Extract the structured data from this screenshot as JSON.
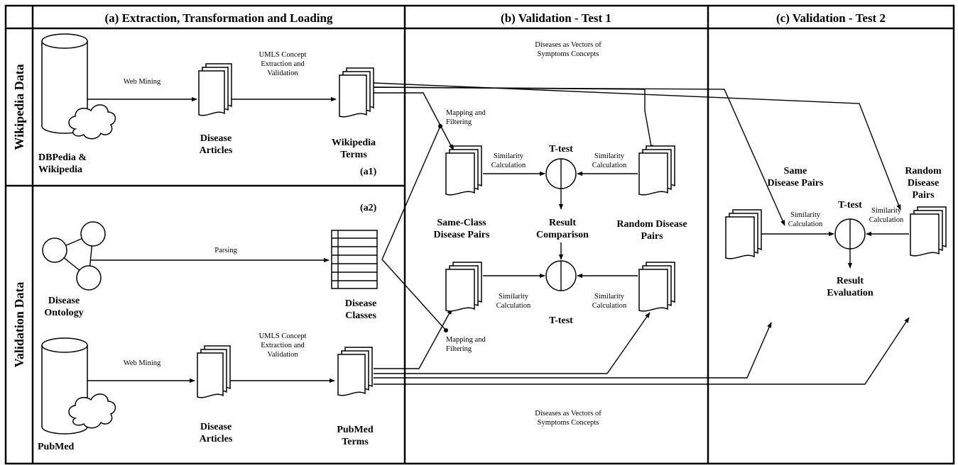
{
  "headers": {
    "a": "(a) Extraction, Transformation and Loading",
    "b": "(b) Validation - Test 1",
    "c": "(c) Validation - Test 2"
  },
  "rows": {
    "wikipedia": "Wikipedia Data",
    "validation": "Validation Data"
  },
  "a1": {
    "panel_label": "(a1)",
    "source": [
      "DBPedia &",
      "Wikipedia"
    ],
    "web_mining": "Web Mining",
    "articles": [
      "Disease",
      "Articles"
    ],
    "umls": [
      "UMLS Concept",
      "Extraction and",
      "Validation"
    ],
    "terms": [
      "Wikipedia",
      "Terms"
    ]
  },
  "a2": {
    "panel_label": "(a2)",
    "ontology": [
      "Disease",
      "Ontology"
    ],
    "parsing": "Parsing",
    "classes": [
      "Disease",
      "Classes"
    ],
    "source": "PubMed",
    "web_mining": "Web Mining",
    "articles": [
      "Disease",
      "Articles"
    ],
    "umls": [
      "UMLS Concept",
      "Extraction and",
      "Validation"
    ],
    "terms": [
      "PubMed",
      "Terms"
    ]
  },
  "test1": {
    "vectors_top": [
      "Diseases as Vectors of",
      "Symptoms Concepts"
    ],
    "vectors_bottom": [
      "Diseases as Vectors of",
      "Symptoms Concepts"
    ],
    "mapping_top": [
      "Mapping and",
      "Filtering"
    ],
    "mapping_bottom": [
      "Mapping and",
      "Filtering"
    ],
    "ttest_top": "T-test",
    "ttest_bottom": "T-test",
    "sim_tl": [
      "Similarity",
      "Calculation"
    ],
    "sim_tr": [
      "Similarity",
      "Calculation"
    ],
    "sim_bl": [
      "Similarity",
      "Calculation"
    ],
    "sim_br": [
      "Similarity",
      "Calculation"
    ],
    "same_class": [
      "Same-Class",
      "Disease Pairs"
    ],
    "result": [
      "Result",
      "Comparison"
    ],
    "random": [
      "Random Disease",
      "Pairs"
    ]
  },
  "test2": {
    "same": [
      "Same",
      "Disease Pairs"
    ],
    "random": [
      "Random",
      "Disease",
      "Pairs"
    ],
    "ttest": "T-test",
    "sim_l": [
      "Similarity",
      "Calculation"
    ],
    "sim_r": [
      "Similarity",
      "Calculation"
    ],
    "result": [
      "Result",
      "Evaluation"
    ]
  }
}
